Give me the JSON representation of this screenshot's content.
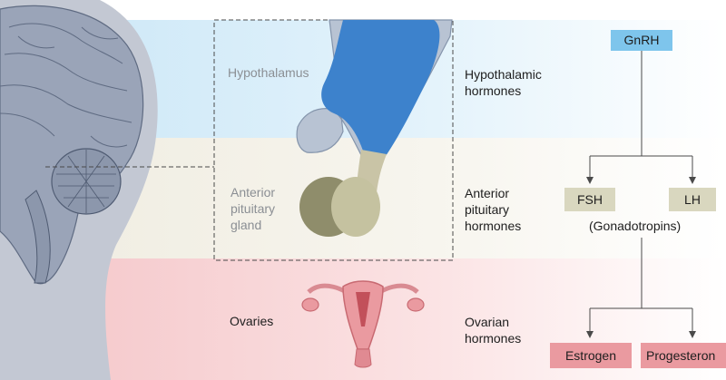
{
  "brain_labels": {
    "hypothalamus": "Hypothalamus",
    "anterior_pituitary": "Anterior\npituitary\ngland",
    "ovaries": "Ovaries"
  },
  "hormone_levels": {
    "hypothalamic": "Hypothalamic\nhormones",
    "pituitary": "Anterior\npituitary\nhormones",
    "ovarian": "Ovarian\nhormones"
  },
  "flow": {
    "gnrh": "GnRH",
    "fsh": "FSH",
    "lh": "LH",
    "gonadotropins": "(Gonadotropins)",
    "estrogen": "Estrogen",
    "progesterone": "Progesteron"
  },
  "colors": {
    "band_hypothalamic": "#d6ecf8",
    "band_pituitary": "#f4f1e6",
    "band_ovarian": "#f7dcdc",
    "gnrh_box": "#7ec5ec",
    "pituitary_box": "#d9d7bf",
    "ovarian_box": "#ea9aa0"
  }
}
